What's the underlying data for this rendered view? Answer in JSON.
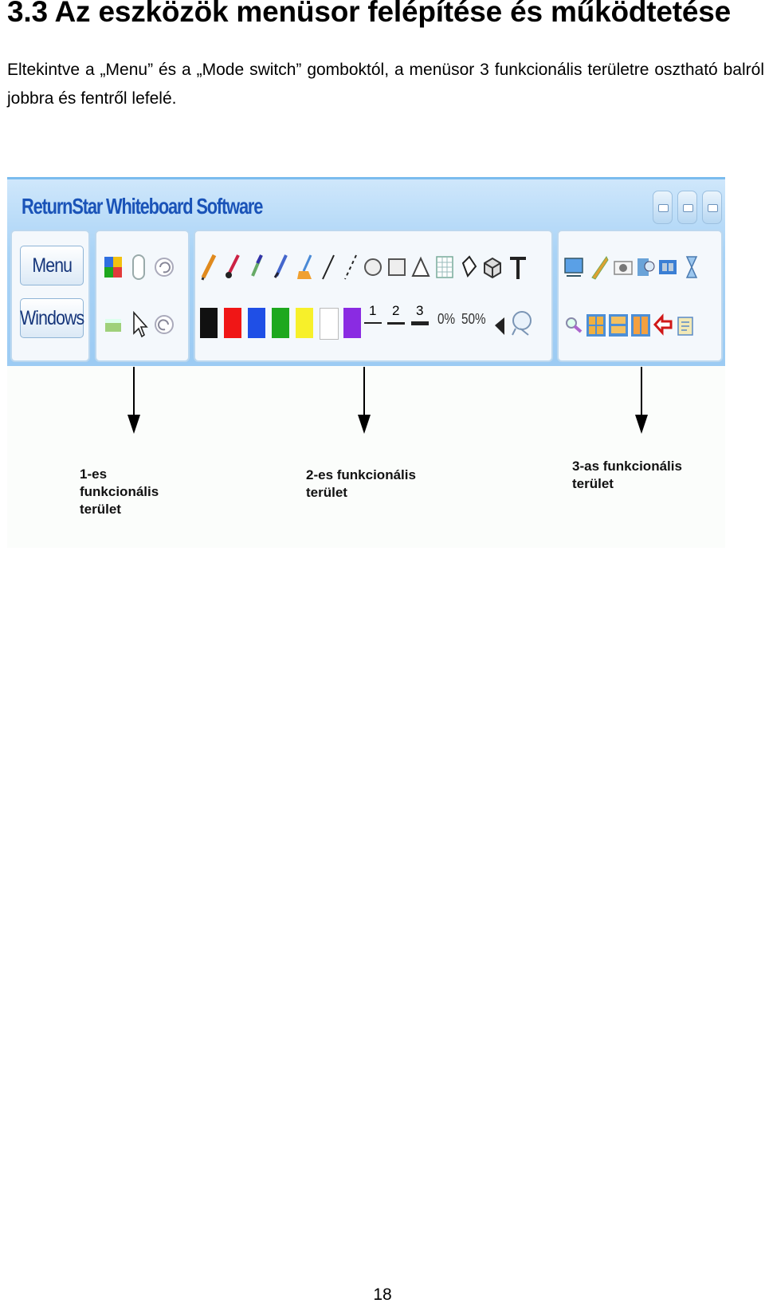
{
  "heading": "3.3 Az eszközök menüsor felépítése és működtetése",
  "paragraph": "Eltekintve a „Menu” és a „Mode switch” gomboktól, a menüsor 3 funkcionális területre osztható balról jobbra és fentről lefelé.",
  "page_number": "18",
  "figure": {
    "app_title": "ReturnStar Whiteboard Software",
    "menu_button": "Menu",
    "windows_button": "Windows",
    "line_widths": [
      "1",
      "2",
      "3"
    ],
    "transparency": [
      "0%",
      "50%"
    ],
    "swatch_colors": [
      "#111111",
      "#f01616",
      "#1f4fe6",
      "#1ea81e",
      "#f7f02a",
      "#ffffff",
      "#8a2be2"
    ],
    "label_1": [
      "1-es",
      "funkcionális",
      "terület"
    ],
    "label_2": [
      "2-es funkcionális",
      "terület"
    ],
    "label_3": [
      "3-as funkcionális",
      "terület"
    ]
  }
}
